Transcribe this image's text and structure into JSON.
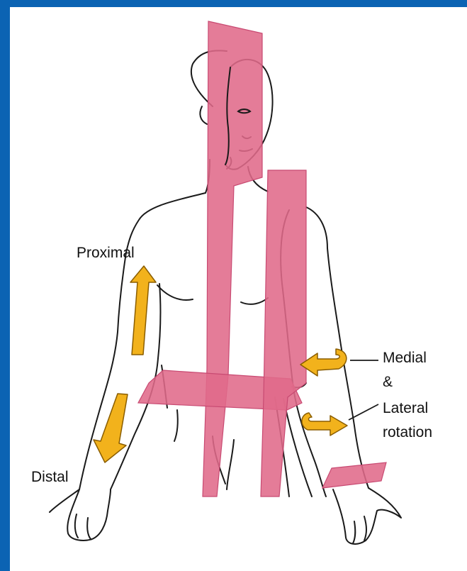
{
  "colors": {
    "frame": "#0b63b3",
    "background": "#ffffff",
    "plane": "#e06a8a",
    "arrow": "#f2b21c",
    "outline": "#1a1a1a"
  },
  "labels": {
    "proximal": "Proximal",
    "distal": "Distal",
    "medial": "Medial",
    "ampersand": "&",
    "lateral": "Lateral",
    "rotation": "rotation"
  },
  "icons": {
    "up_arrow": "arrow-up-icon",
    "down_arrow": "arrow-down-icon",
    "medial_arrow": "curved-arrow-left-icon",
    "lateral_arrow": "curved-arrow-right-icon"
  }
}
